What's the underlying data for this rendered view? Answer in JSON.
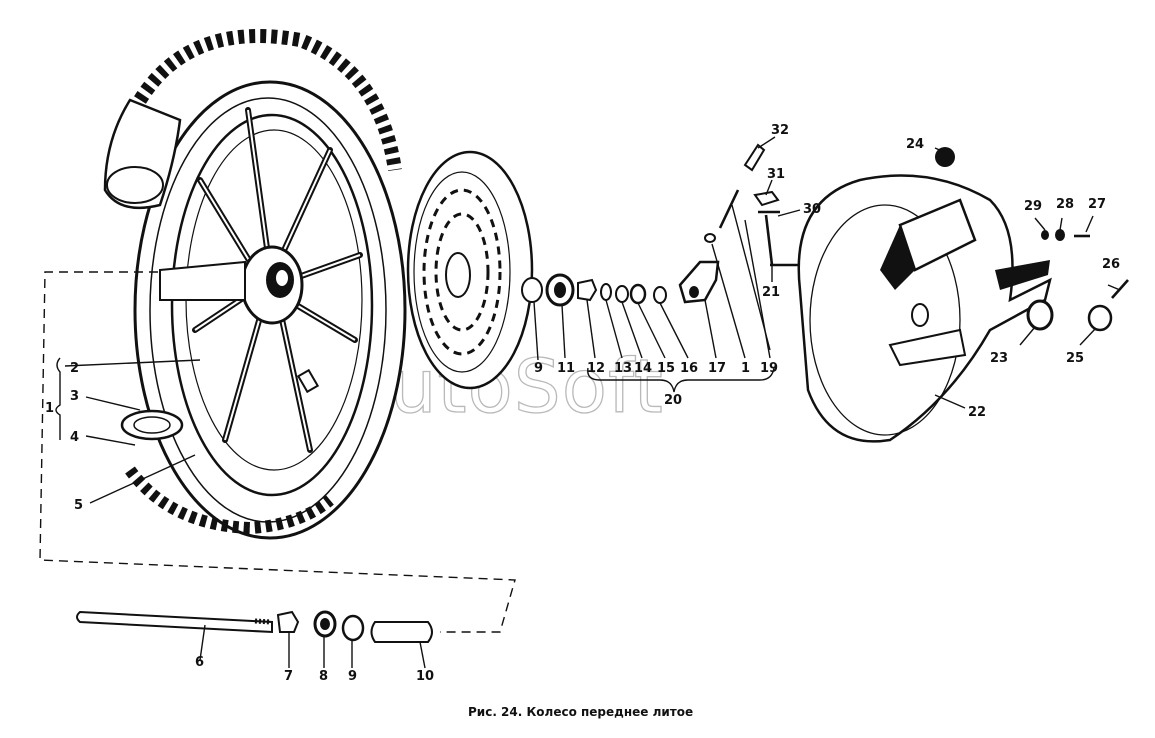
{
  "figure": {
    "caption": "Рис. 24. Колесо переднее литое",
    "watermark": "AutoSoft"
  },
  "labels": {
    "l1": "1",
    "l2": "2",
    "l3": "3",
    "l4": "4",
    "l5": "5",
    "l6": "6",
    "l7": "7",
    "l8": "8",
    "l9a": "9",
    "l9b": "9",
    "l10": "10",
    "l11": "11",
    "l12": "12",
    "l13": "13",
    "l14": "14",
    "l15": "15",
    "l16": "16",
    "l17": "17",
    "l1b": "1",
    "l19": "19",
    "l20": "20",
    "l21": "21",
    "l22": "22",
    "l23": "23",
    "l24": "24",
    "l25": "25",
    "l26": "26",
    "l27": "27",
    "l28": "28",
    "l29": "29",
    "l30": "30",
    "l31": "31",
    "l32": "32"
  }
}
